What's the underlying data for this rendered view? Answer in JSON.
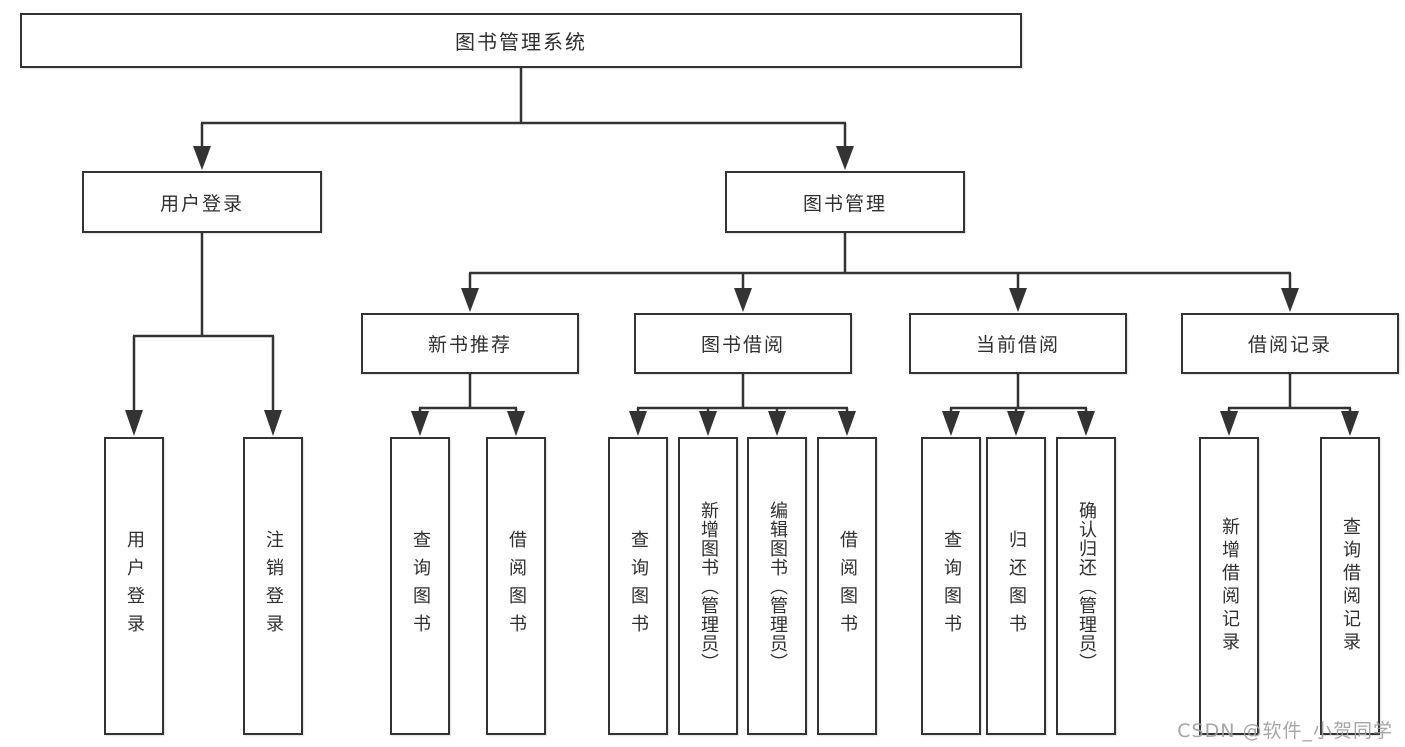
{
  "colors": {
    "line": "#333333",
    "node_text": "#2f2f2f",
    "node_background": "#ffffff",
    "watermark_text": "#9e9e9e",
    "page_background": "#ffffff"
  },
  "watermark": "CSDN @软件_小贺同学",
  "tree": {
    "label": "图书管理系统",
    "children": [
      {
        "label": "用户登录",
        "children": [
          {
            "label": "用户登录"
          },
          {
            "label": "注销登录"
          }
        ]
      },
      {
        "label": "图书管理",
        "children": [
          {
            "label": "新书推荐",
            "children": [
              {
                "label": "查询图书"
              },
              {
                "label": "借阅图书"
              }
            ]
          },
          {
            "label": "图书借阅",
            "children": [
              {
                "label": "查询图书"
              },
              {
                "label": "新增图书（管理员）"
              },
              {
                "label": "编辑图书（管理员）"
              },
              {
                "label": "借阅图书"
              }
            ]
          },
          {
            "label": "当前借阅",
            "children": [
              {
                "label": "查询图书"
              },
              {
                "label": "归还图书"
              },
              {
                "label": "确认归还（管理员）"
              }
            ]
          },
          {
            "label": "借阅记录",
            "children": [
              {
                "label": "新增借阅记录"
              },
              {
                "label": "查询借阅记录"
              }
            ]
          }
        ]
      }
    ]
  }
}
